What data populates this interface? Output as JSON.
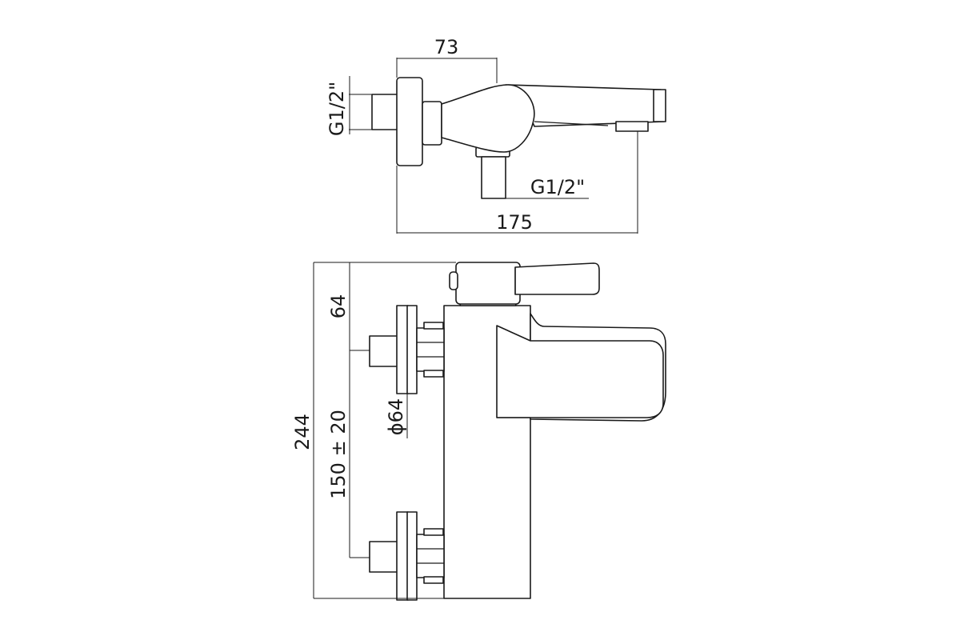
{
  "top_view": {
    "dim_width_top": "73",
    "dim_inlet_side": "G1/2\"",
    "dim_outlet_bottom": "G1/2\"",
    "dim_total_length": "175"
  },
  "front_view": {
    "dim_top_height": "64",
    "dim_total_height": "244",
    "dim_centres": "150 ± 20",
    "dim_flange_diameter": "ϕ64"
  },
  "colors": {
    "line": "#1a1a1a",
    "background": "#ffffff"
  }
}
